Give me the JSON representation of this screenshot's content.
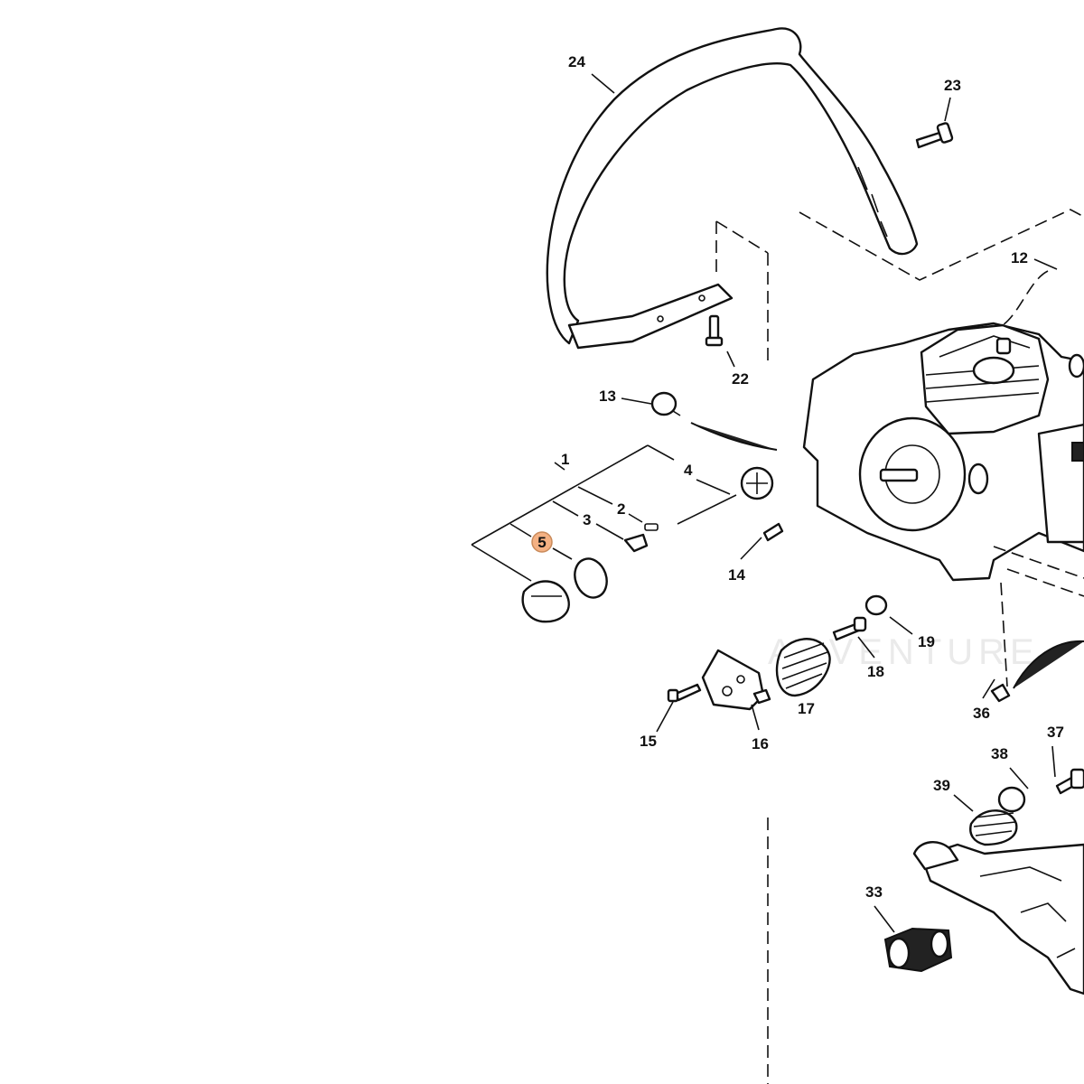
{
  "diagram": {
    "watermark": "ADVENTURE",
    "highlight_color": "#f4b183",
    "highlighted_callout": "5",
    "callouts": {
      "c1": "1",
      "c2": "2",
      "c3": "3",
      "c4": "4",
      "c5": "5",
      "c12": "12",
      "c13": "13",
      "c14": "14",
      "c15": "15",
      "c16": "16",
      "c17": "17",
      "c18": "18",
      "c19": "19",
      "c22": "22",
      "c23": "23",
      "c24": "24",
      "c33": "33",
      "c36": "36",
      "c37": "37",
      "c38": "38",
      "c39": "39"
    }
  }
}
